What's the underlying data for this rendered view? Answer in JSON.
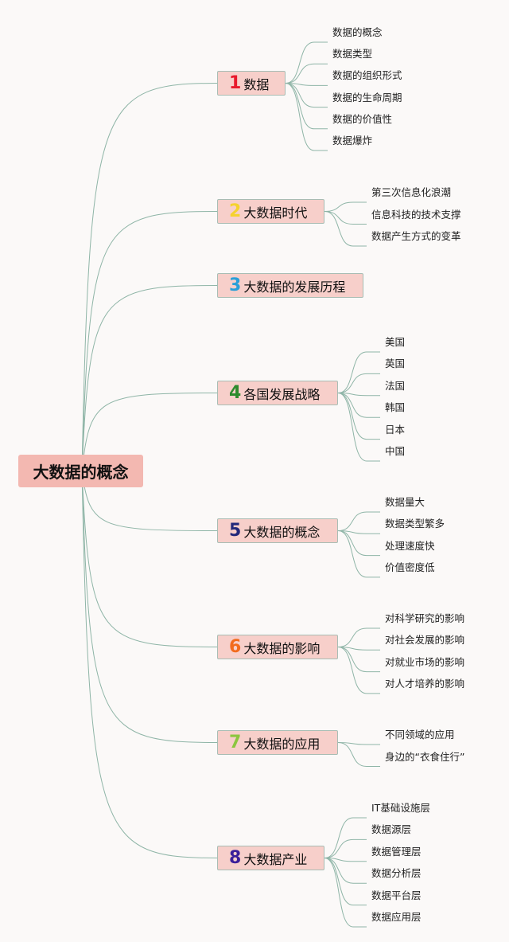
{
  "root": {
    "title": "大数据的概念"
  },
  "branches": [
    {
      "number": "1",
      "title": "数据",
      "color": "#e8192c",
      "leaves": [
        "数据的概念",
        "数据类型",
        "数据的组织形式",
        "数据的生命周期",
        "数据的价值性",
        "数据爆炸"
      ]
    },
    {
      "number": "2",
      "title": "大数据时代",
      "color": "#f5d22e",
      "leaves": [
        "第三次信息化浪潮",
        "信息科技的技术支撑",
        "数据产生方式的变革"
      ]
    },
    {
      "number": "3",
      "title": "大数据的发展历程",
      "color": "#2a9fd8",
      "leaves": []
    },
    {
      "number": "4",
      "title": "各国发展战略",
      "color": "#2e8b2e",
      "leaves": [
        "美国",
        "英国",
        "法国",
        "韩国",
        "日本",
        "中国"
      ]
    },
    {
      "number": "5",
      "title": "大数据的概念",
      "color": "#22287a",
      "leaves": [
        "数据量大",
        "数据类型繁多",
        "处理速度快",
        "价值密度低"
      ]
    },
    {
      "number": "6",
      "title": "大数据的影响",
      "color": "#f26b1d",
      "leaves": [
        "对科学研究的影响",
        "对社会发展的影响",
        "对就业市场的影响",
        "对人才培养的影响"
      ]
    },
    {
      "number": "7",
      "title": "大数据的应用",
      "color": "#8cc63f",
      "leaves": [
        "不同领域的应用",
        "身边的“衣食住行”"
      ]
    },
    {
      "number": "8",
      "title": "大数据产业",
      "color": "#3b1e9a",
      "leaves": [
        "IT基础设施层",
        "数据源层",
        "数据管理层",
        "数据分析层",
        "数据平台层",
        "数据应用层"
      ]
    }
  ]
}
